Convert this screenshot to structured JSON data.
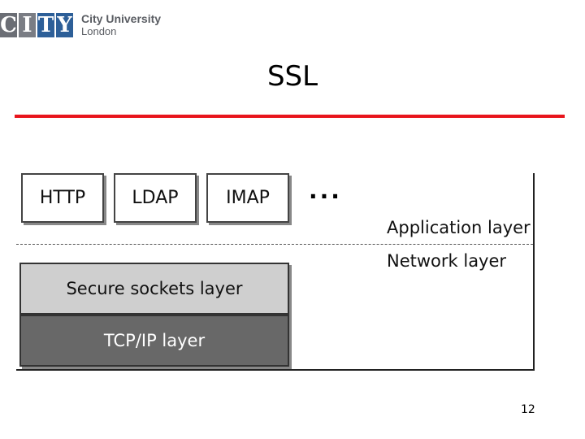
{
  "header": {
    "logo_letters": [
      "C",
      "I",
      "T",
      "Y"
    ],
    "logo_name": "City University",
    "logo_place": "London"
  },
  "slide": {
    "title": "SSL",
    "page_number": "12"
  },
  "diagram": {
    "protocols": [
      "HTTP",
      "LDAP",
      "IMAP"
    ],
    "ellipsis": "...",
    "application_layer": "Application layer",
    "network_layer": "Network layer",
    "ssl_layer": "Secure sockets layer",
    "tcp_layer": "TCP/IP layer"
  },
  "colors": {
    "title_rule": "#e8141c",
    "logo_blue": "#2d5f98",
    "logo_grey": "#6b6e75",
    "ssl_fill": "#cfcfcf",
    "tcp_fill": "#686868"
  }
}
